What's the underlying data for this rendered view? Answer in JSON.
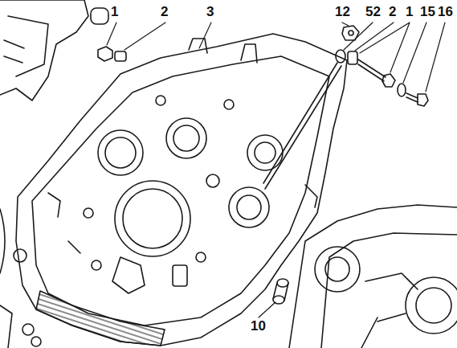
{
  "diagram": {
    "labels": [
      "1",
      "2",
      "3",
      "12",
      "52",
      "2",
      "1",
      "15",
      "16",
      "10"
    ]
  }
}
